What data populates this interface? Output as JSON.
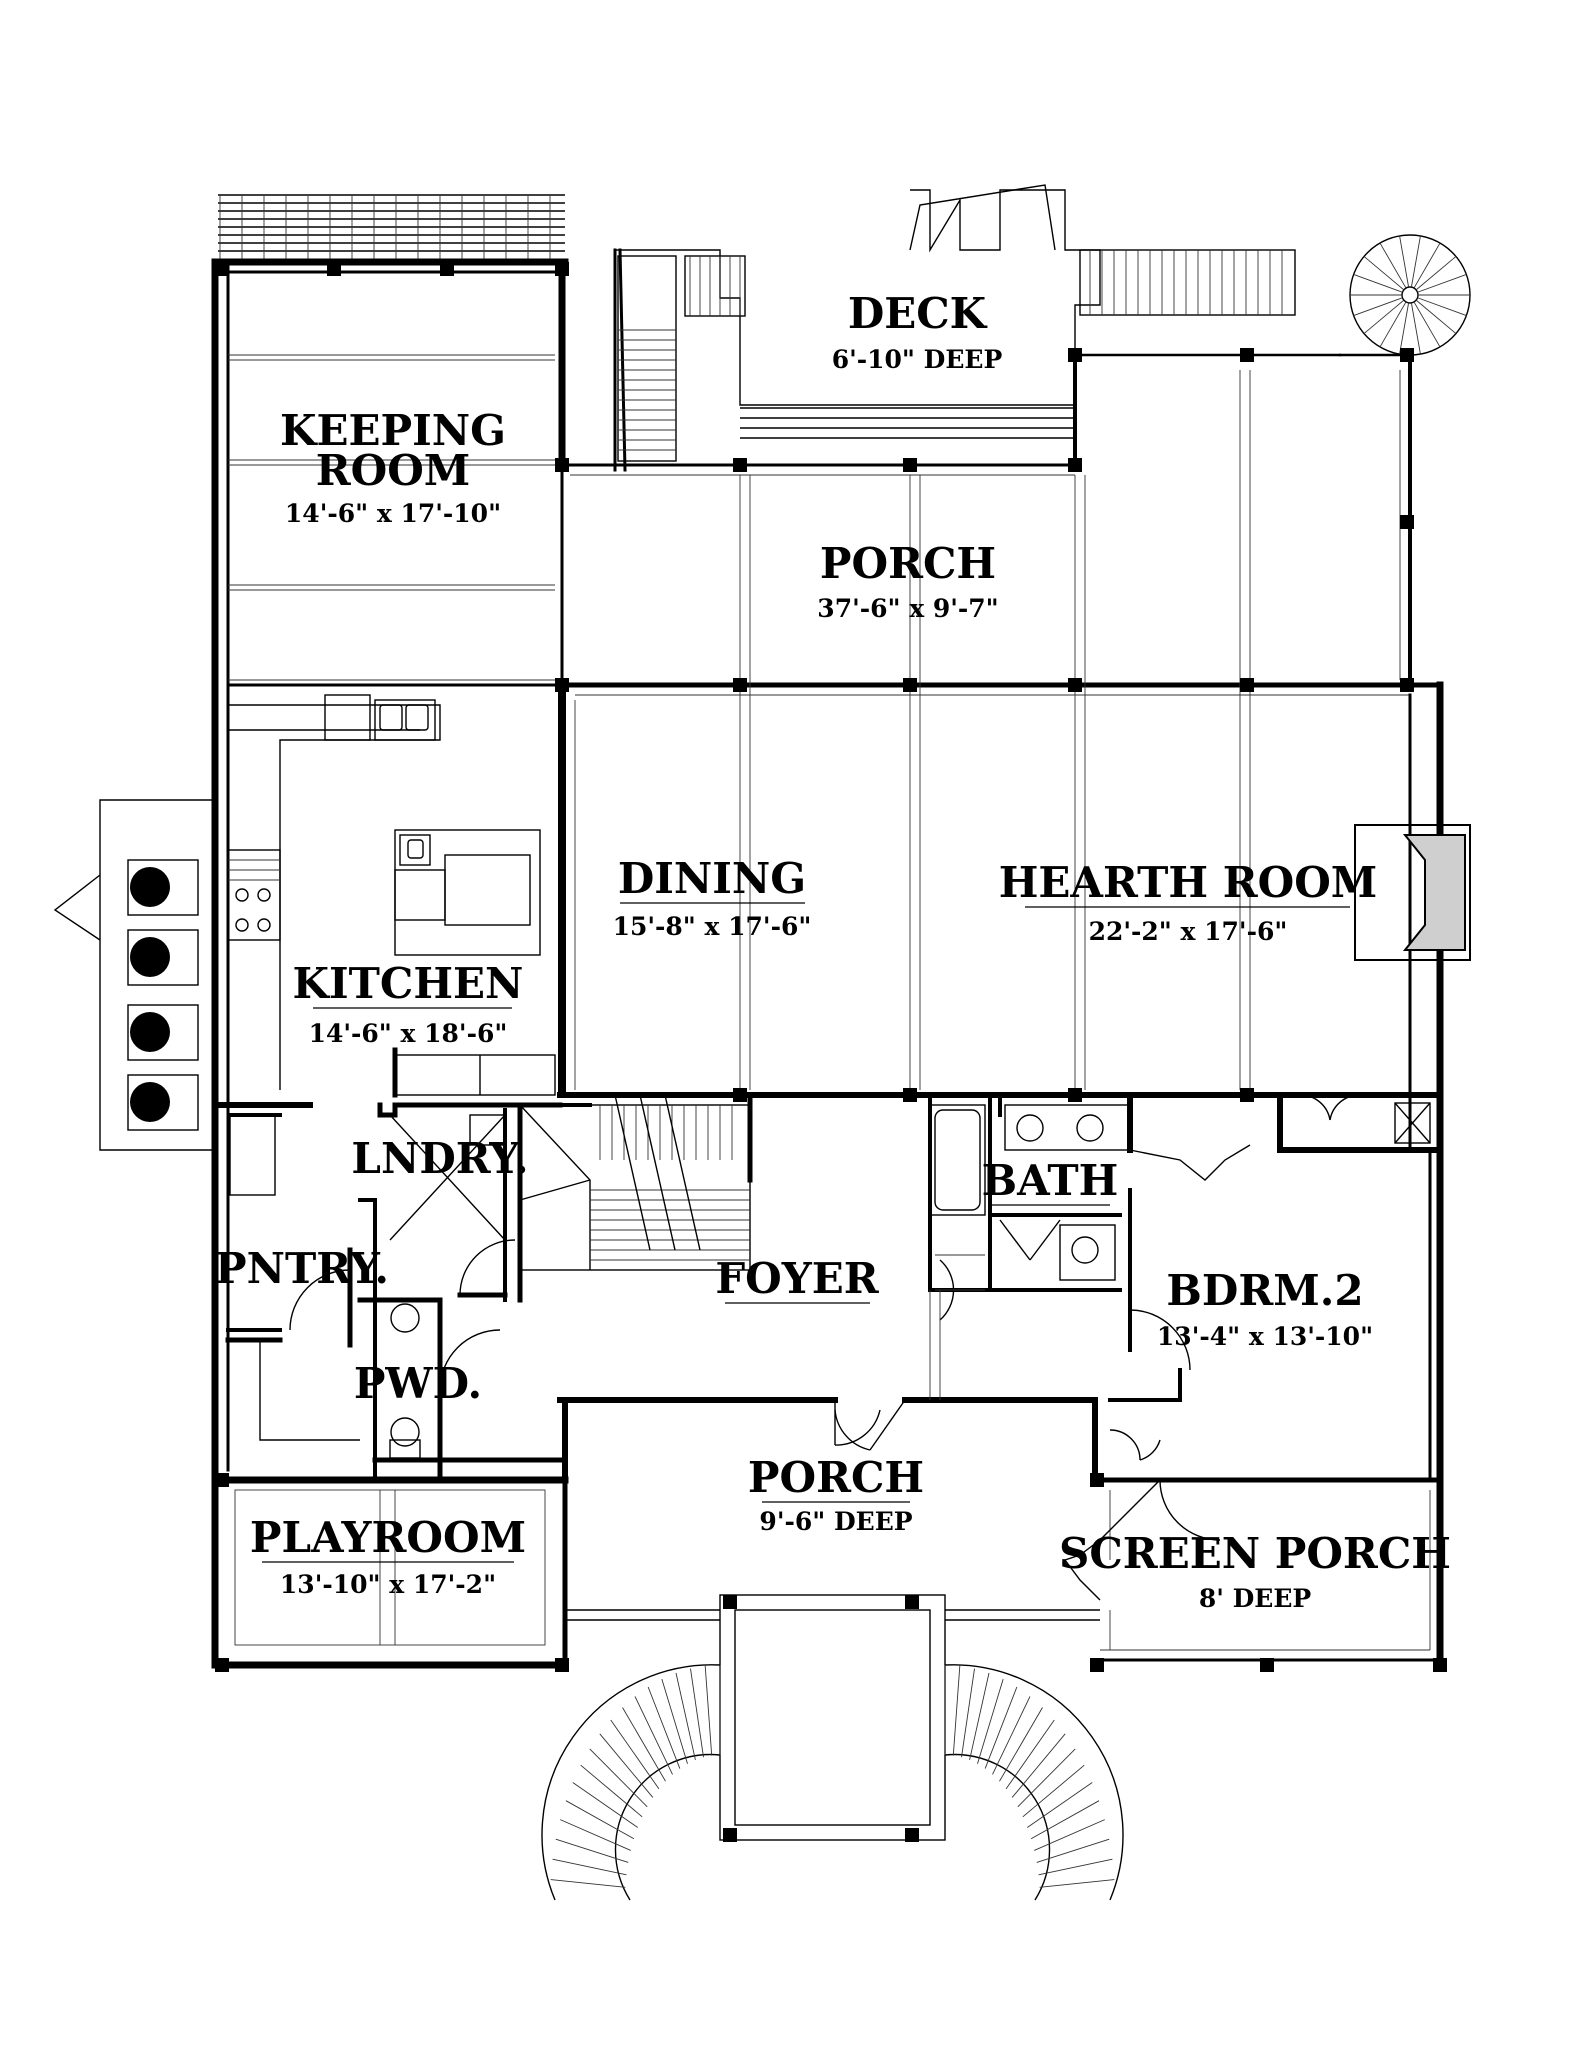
{
  "rooms": [
    {
      "id": "deck",
      "name": "DECK",
      "dim": "6'-10\" DEEP"
    },
    {
      "id": "keeping-room",
      "name": "KEEPING",
      "name2": "ROOM",
      "dim": "14'-6\" x 17'-10\""
    },
    {
      "id": "porch-rear",
      "name": "PORCH",
      "dim": "37'-6\" x 9'-7\""
    },
    {
      "id": "dining",
      "name": "DINING",
      "dim": "15'-8\" x 17'-6\""
    },
    {
      "id": "hearth-room",
      "name": "HEARTH ROOM",
      "dim": "22'-2\" x 17'-6\""
    },
    {
      "id": "kitchen",
      "name": "KITCHEN",
      "dim": "14'-6\" x 18'-6\""
    },
    {
      "id": "laundry",
      "name": "LNDRY."
    },
    {
      "id": "bath",
      "name": "BATH"
    },
    {
      "id": "pantry",
      "name": "PNTRY."
    },
    {
      "id": "foyer",
      "name": "FOYER"
    },
    {
      "id": "bedroom-2",
      "name": "BDRM.2",
      "dim": "13'-4\" x 13'-10\""
    },
    {
      "id": "powder",
      "name": "PWD."
    },
    {
      "id": "porch-front",
      "name": "PORCH",
      "dim": "9'-6\" DEEP"
    },
    {
      "id": "playroom",
      "name": "PLAYROOM",
      "dim": "13'-10\" x 17'-2\""
    },
    {
      "id": "screen-porch",
      "name": "SCREEN PORCH",
      "dim": "8' DEEP"
    }
  ]
}
